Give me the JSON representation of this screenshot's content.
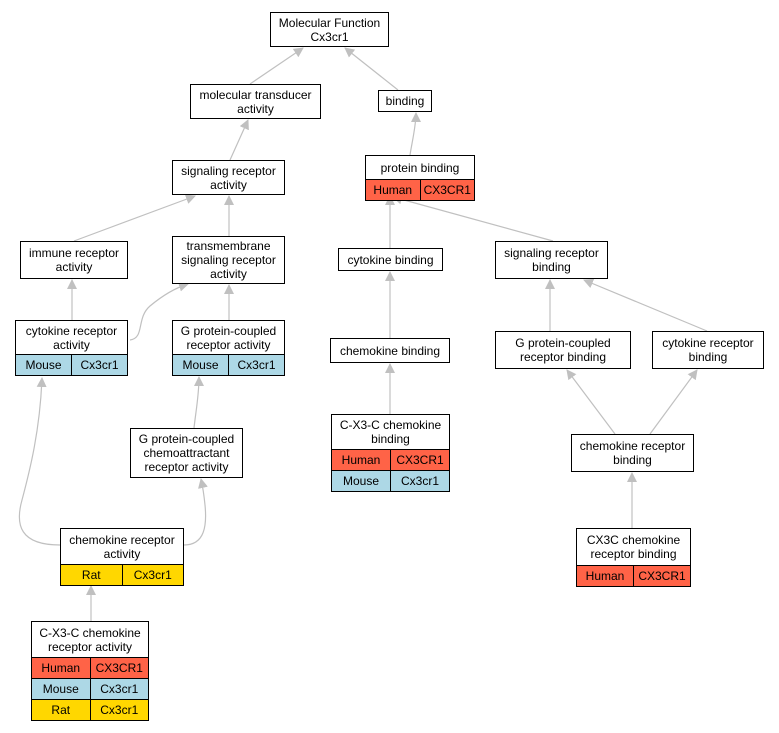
{
  "colors": {
    "human": "#ff6347",
    "mouse": "#add8e6",
    "rat": "#ffd700",
    "edge": "#c0c0c0",
    "node_border": "#000000",
    "node_fill": "#ffffff"
  },
  "nodes": {
    "root": {
      "line1": "Molecular Function",
      "line2": "Cx3cr1"
    },
    "mol_transducer": {
      "line1": "molecular transducer",
      "line2": "activity"
    },
    "binding": {
      "line1": "binding"
    },
    "sig_receptor_act": {
      "line1": "signaling receptor",
      "line2": "activity"
    },
    "protein_binding": {
      "line1": "protein binding",
      "rows": [
        {
          "species": "Human",
          "gene": "CX3CR1"
        }
      ]
    },
    "immune_receptor": {
      "line1": "immune receptor",
      "line2": "activity"
    },
    "transmembrane": {
      "line1": "transmembrane",
      "line2": "signaling receptor",
      "line3": "activity"
    },
    "cytokine_binding": {
      "line1": "cytokine binding"
    },
    "sig_receptor_binding": {
      "line1": "signaling receptor",
      "line2": "binding"
    },
    "cytokine_receptor_act": {
      "line1": "cytokine receptor",
      "line2": "activity",
      "rows": [
        {
          "species": "Mouse",
          "gene": "Cx3cr1"
        }
      ]
    },
    "gpcr_act": {
      "line1": "G protein-coupled",
      "line2": "receptor activity",
      "rows": [
        {
          "species": "Mouse",
          "gene": "Cx3cr1"
        }
      ]
    },
    "chemokine_binding": {
      "line1": "chemokine binding"
    },
    "gpcr_binding": {
      "line1": "G protein-coupled",
      "line2": "receptor binding"
    },
    "cytokine_receptor_binding": {
      "line1": "cytokine receptor",
      "line2": "binding"
    },
    "gpcr_chemo": {
      "line1": "G protein-coupled",
      "line2": "chemoattractant",
      "line3": "receptor activity"
    },
    "cx3c_binding": {
      "line1": "C-X3-C chemokine",
      "line2": "binding",
      "rows": [
        {
          "species": "Human",
          "gene": "CX3CR1"
        },
        {
          "species": "Mouse",
          "gene": "Cx3cr1"
        }
      ]
    },
    "chemokine_receptor_binding": {
      "line1": "chemokine receptor",
      "line2": "binding"
    },
    "chemokine_receptor_act": {
      "line1": "chemokine receptor",
      "line2": "activity",
      "rows": [
        {
          "species": "Rat",
          "gene": "Cx3cr1"
        }
      ]
    },
    "cx3c_receptor_binding": {
      "line1": "CX3C chemokine",
      "line2": "receptor binding",
      "rows": [
        {
          "species": "Human",
          "gene": "CX3CR1"
        }
      ]
    },
    "cx3c_receptor_act": {
      "line1": "C-X3-C chemokine",
      "line2": "receptor activity",
      "rows": [
        {
          "species": "Human",
          "gene": "CX3CR1"
        },
        {
          "species": "Mouse",
          "gene": "Cx3cr1"
        },
        {
          "species": "Rat",
          "gene": "Cx3cr1"
        }
      ]
    }
  }
}
